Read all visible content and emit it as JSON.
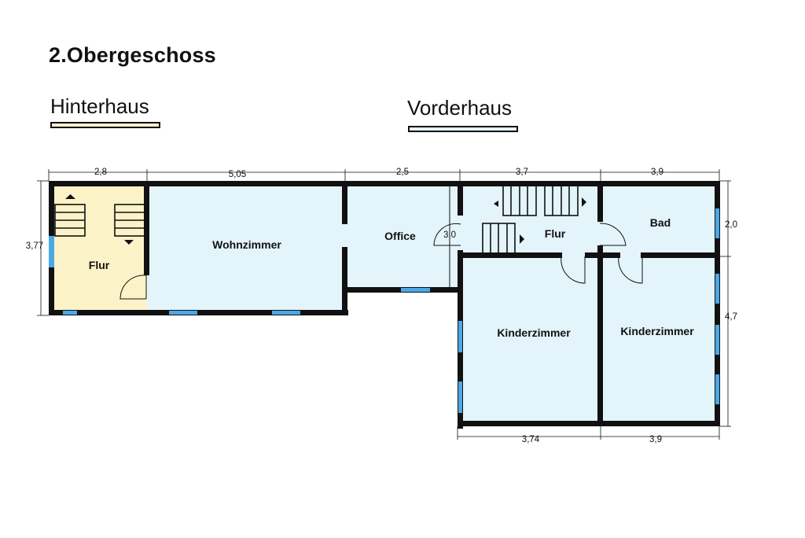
{
  "title": "2.Obergeschoss",
  "legend": {
    "hinterhaus": {
      "label": "Hinterhaus",
      "color": "#fbf2c8"
    },
    "vorderhaus": {
      "label": "Vorderhaus",
      "color": "#e3f4fb"
    }
  },
  "colors": {
    "wall": "#111111",
    "window": "#4aa8e6",
    "hinterhaus_fill": "#fbf2c8",
    "vorderhaus_fill": "#e3f4fb"
  },
  "rooms": {
    "flur_hinterhaus": "Flur",
    "wohnzimmer": "Wohnzimmer",
    "office": "Office",
    "flur_vorderhaus": "Flur",
    "bad": "Bad",
    "kinderzimmer_1": "Kinderzimmer",
    "kinderzimmer_2": "Kinderzimmer"
  },
  "dimensions": {
    "top": [
      "2,8",
      "5,05",
      "2,5",
      "3,7",
      "3,9"
    ],
    "left": "3,77",
    "office_inner": "3,0",
    "right_upper": "2,0",
    "right_lower": "4,7",
    "bottom": [
      "3,74",
      "3,9"
    ]
  }
}
